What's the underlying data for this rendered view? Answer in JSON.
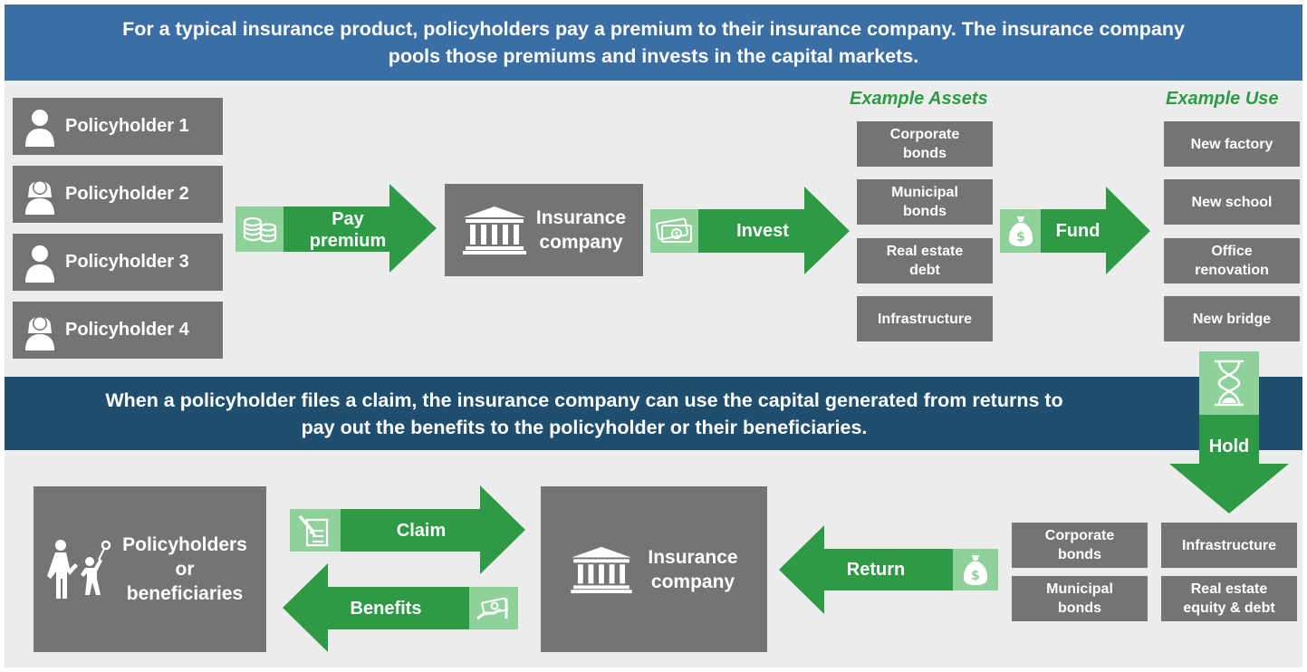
{
  "top_banner": {
    "line1": "For a typical insurance product, policyholders pay a premium to their insurance company. The insurance company",
    "line2": "pools those premiums and invests in the capital markets."
  },
  "mid_banner": {
    "line1": "When a policyholder files a claim, the insurance company can use the capital generated from returns to",
    "line2": "pay out the benefits to the policyholder or their beneficiaries."
  },
  "policyholders": [
    "Policyholder 1",
    "Policyholder 2",
    "Policyholder 3",
    "Policyholder 4"
  ],
  "arrows": {
    "pay_line1": "Pay",
    "pay_line2": "premium",
    "invest": "Invest",
    "fund": "Fund",
    "hold": "Hold",
    "claim": "Claim",
    "benefits": "Benefits",
    "return": "Return"
  },
  "insurance_company": {
    "line1": "Insurance",
    "line2": "company"
  },
  "example_assets": {
    "title": "Example Assets",
    "items": [
      {
        "l1": "Corporate",
        "l2": "bonds"
      },
      {
        "l1": "Municipal",
        "l2": "bonds"
      },
      {
        "l1": "Real estate",
        "l2": "debt"
      },
      {
        "l1": "Infrastructure",
        "l2": ""
      }
    ]
  },
  "example_use": {
    "title": "Example Use",
    "items": [
      {
        "l1": "New factory",
        "l2": ""
      },
      {
        "l1": "New school",
        "l2": ""
      },
      {
        "l1": "Office",
        "l2": "renovation"
      },
      {
        "l1": "New bridge",
        "l2": ""
      }
    ]
  },
  "bottom_assets": [
    {
      "l1": "Corporate",
      "l2": "bonds"
    },
    {
      "l1": "Infrastructure",
      "l2": ""
    },
    {
      "l1": "Municipal",
      "l2": "bonds"
    },
    {
      "l1": "Real estate",
      "l2": "equity & debt"
    }
  ],
  "beneficiaries": {
    "line1": "Policyholders",
    "line2": "or",
    "line3": "beneficiaries"
  },
  "colors": {
    "top_banner": "#3a6ea5",
    "mid_banner": "#1f4e6e",
    "arrow_green": "#2e9a45",
    "icon_green": "#8fd19a",
    "box_gray": "#747474",
    "header_green": "#2e9a45"
  },
  "icons": [
    "person-icon",
    "coins-icon",
    "bank-icon",
    "cash-icon",
    "money-bag-icon",
    "hourglass-icon",
    "document-sign-icon",
    "hand-cash-icon",
    "family-icon"
  ]
}
